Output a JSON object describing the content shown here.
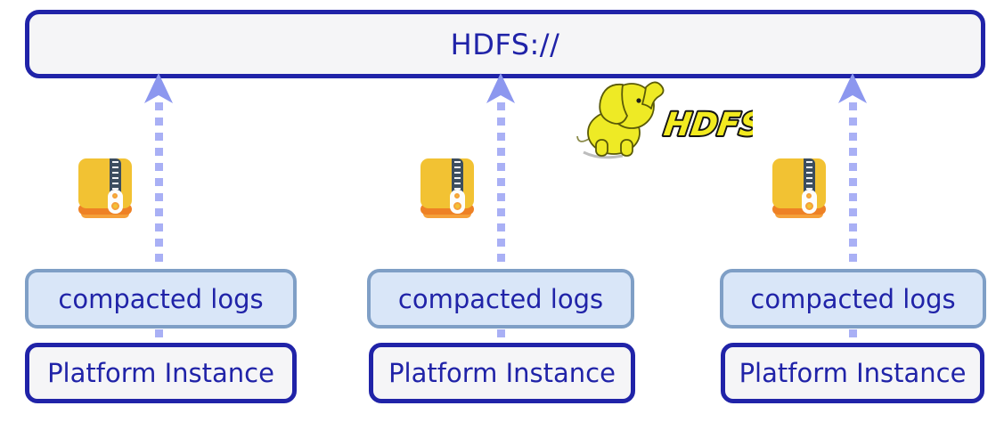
{
  "diagram": {
    "hdfs_box": {
      "label": "HDFS://"
    },
    "hadoop_logo": {
      "icon": "hadoop-elephant-icon",
      "text": "HDFS"
    },
    "columns": [
      {
        "icon": "zip-icon",
        "compacted_label": "compacted logs",
        "platform_label": "Platform Instance"
      },
      {
        "icon": "zip-icon",
        "compacted_label": "compacted logs",
        "platform_label": "Platform Instance"
      },
      {
        "icon": "zip-icon",
        "compacted_label": "compacted logs",
        "platform_label": "Platform Instance"
      }
    ],
    "colors": {
      "navy": "#2023a8",
      "box_fill": "#f5f5f7",
      "compacted_fill": "#d9e6f8",
      "compacted_border": "#7f9fc6",
      "arrow": "#a9b0f5",
      "arrowhead": "#8c97ef",
      "zip_gold": "#f2c233",
      "zip_orange_dark": "#ee8125",
      "zip_orange_light": "#f5a03a",
      "zipper_slate": "#3c4d5e",
      "logo_yellow": "#eeea25"
    }
  }
}
